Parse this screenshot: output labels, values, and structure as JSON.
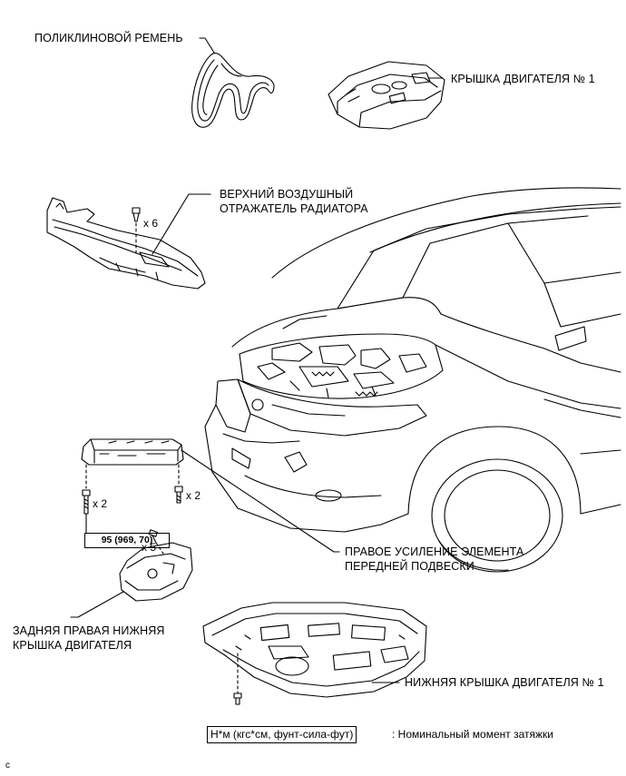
{
  "labels": {
    "v_belt": "ПОЛИКЛИНОВОЙ РЕМЕНЬ",
    "engine_cover_1": "КРЫШКА ДВИГАТЕЛЯ № 1",
    "upper_deflector_line1": "ВЕРХНИЙ ВОЗДУШНЫЙ",
    "upper_deflector_line2": "ОТРАЖАТЕЛЬ РАДИАТОРА",
    "brace_line1": "ПРАВОЕ УСИЛЕНИЕ ЭЛЕМЕНТА",
    "brace_line2": "ПЕРЕДНЕЙ ПОДВЕСКИ",
    "rear_rh_cover_line1": "ЗАДНЯЯ ПРАВАЯ НИЖНЯЯ",
    "rear_rh_cover_line2": "КРЫШКА ДВИГАТЕЛЯ",
    "under_cover_1": "НИЖНЯЯ КРЫШКА ДВИГАТЕЛЯ № 1"
  },
  "counts": {
    "deflector_clips": "x 6",
    "brace_bolts_left": "x 2",
    "brace_bolts_right": "x 2",
    "rear_cover_clips": "x 5"
  },
  "torque_spec": "95 (969, 70)",
  "legend": {
    "units": "Н*м (кгс*см, фунт-сила-фут)",
    "description": ": Номинальный момент затяжки"
  },
  "corner_mark": "c"
}
